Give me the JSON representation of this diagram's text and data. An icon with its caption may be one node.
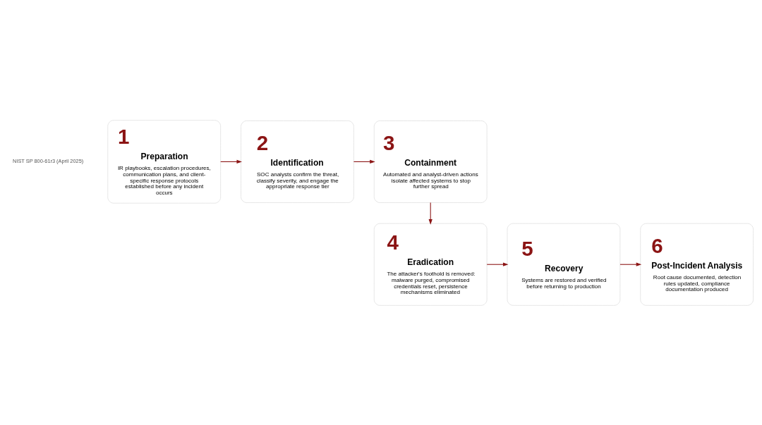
{
  "diagram": {
    "nodes": [
      {
        "text": [
          "1",
          "Preparation",
          "IR playbooks, escalation procedures, communication plans, and client-specific response protocols established before any incident occurs"
        ]
      },
      {
        "text": [
          "2",
          "Identification",
          "SOC analysts confirm the threat, classify severity, and engage the appropriate response tier"
        ]
      },
      {
        "text": [
          "3",
          "Containment",
          "Automated and analyst-driven actions isolate affected systems to stop further spread"
        ]
      },
      {
        "text": [
          "4",
          "Eradication",
          "The attacker's foothold is removed: malware purged, compromised credentials reset, persistence mechanisms eliminated"
        ]
      },
      {
        "text": [
          "5",
          "Recovery",
          "Systems are restored and verified before returning to production"
        ]
      },
      {
        "text": [
          "6",
          "Post-Incident Analysis",
          "Root cause documented, detection rules updated, compliance documentation produced"
        ]
      }
    ],
    "edges": [
      {
        "from": 0,
        "to": 1,
        "arrow": "to"
      },
      {
        "from": 1,
        "to": 2,
        "arrow": "to"
      },
      {
        "from": 2,
        "to": 3,
        "arrow": "to"
      },
      {
        "from": 3,
        "to": 4,
        "arrow": "to"
      },
      {
        "from": 4,
        "to": 5,
        "arrow": "to"
      }
    ],
    "labels": [
      "NIST SP 800-61r3 (April 2025)"
    ]
  }
}
